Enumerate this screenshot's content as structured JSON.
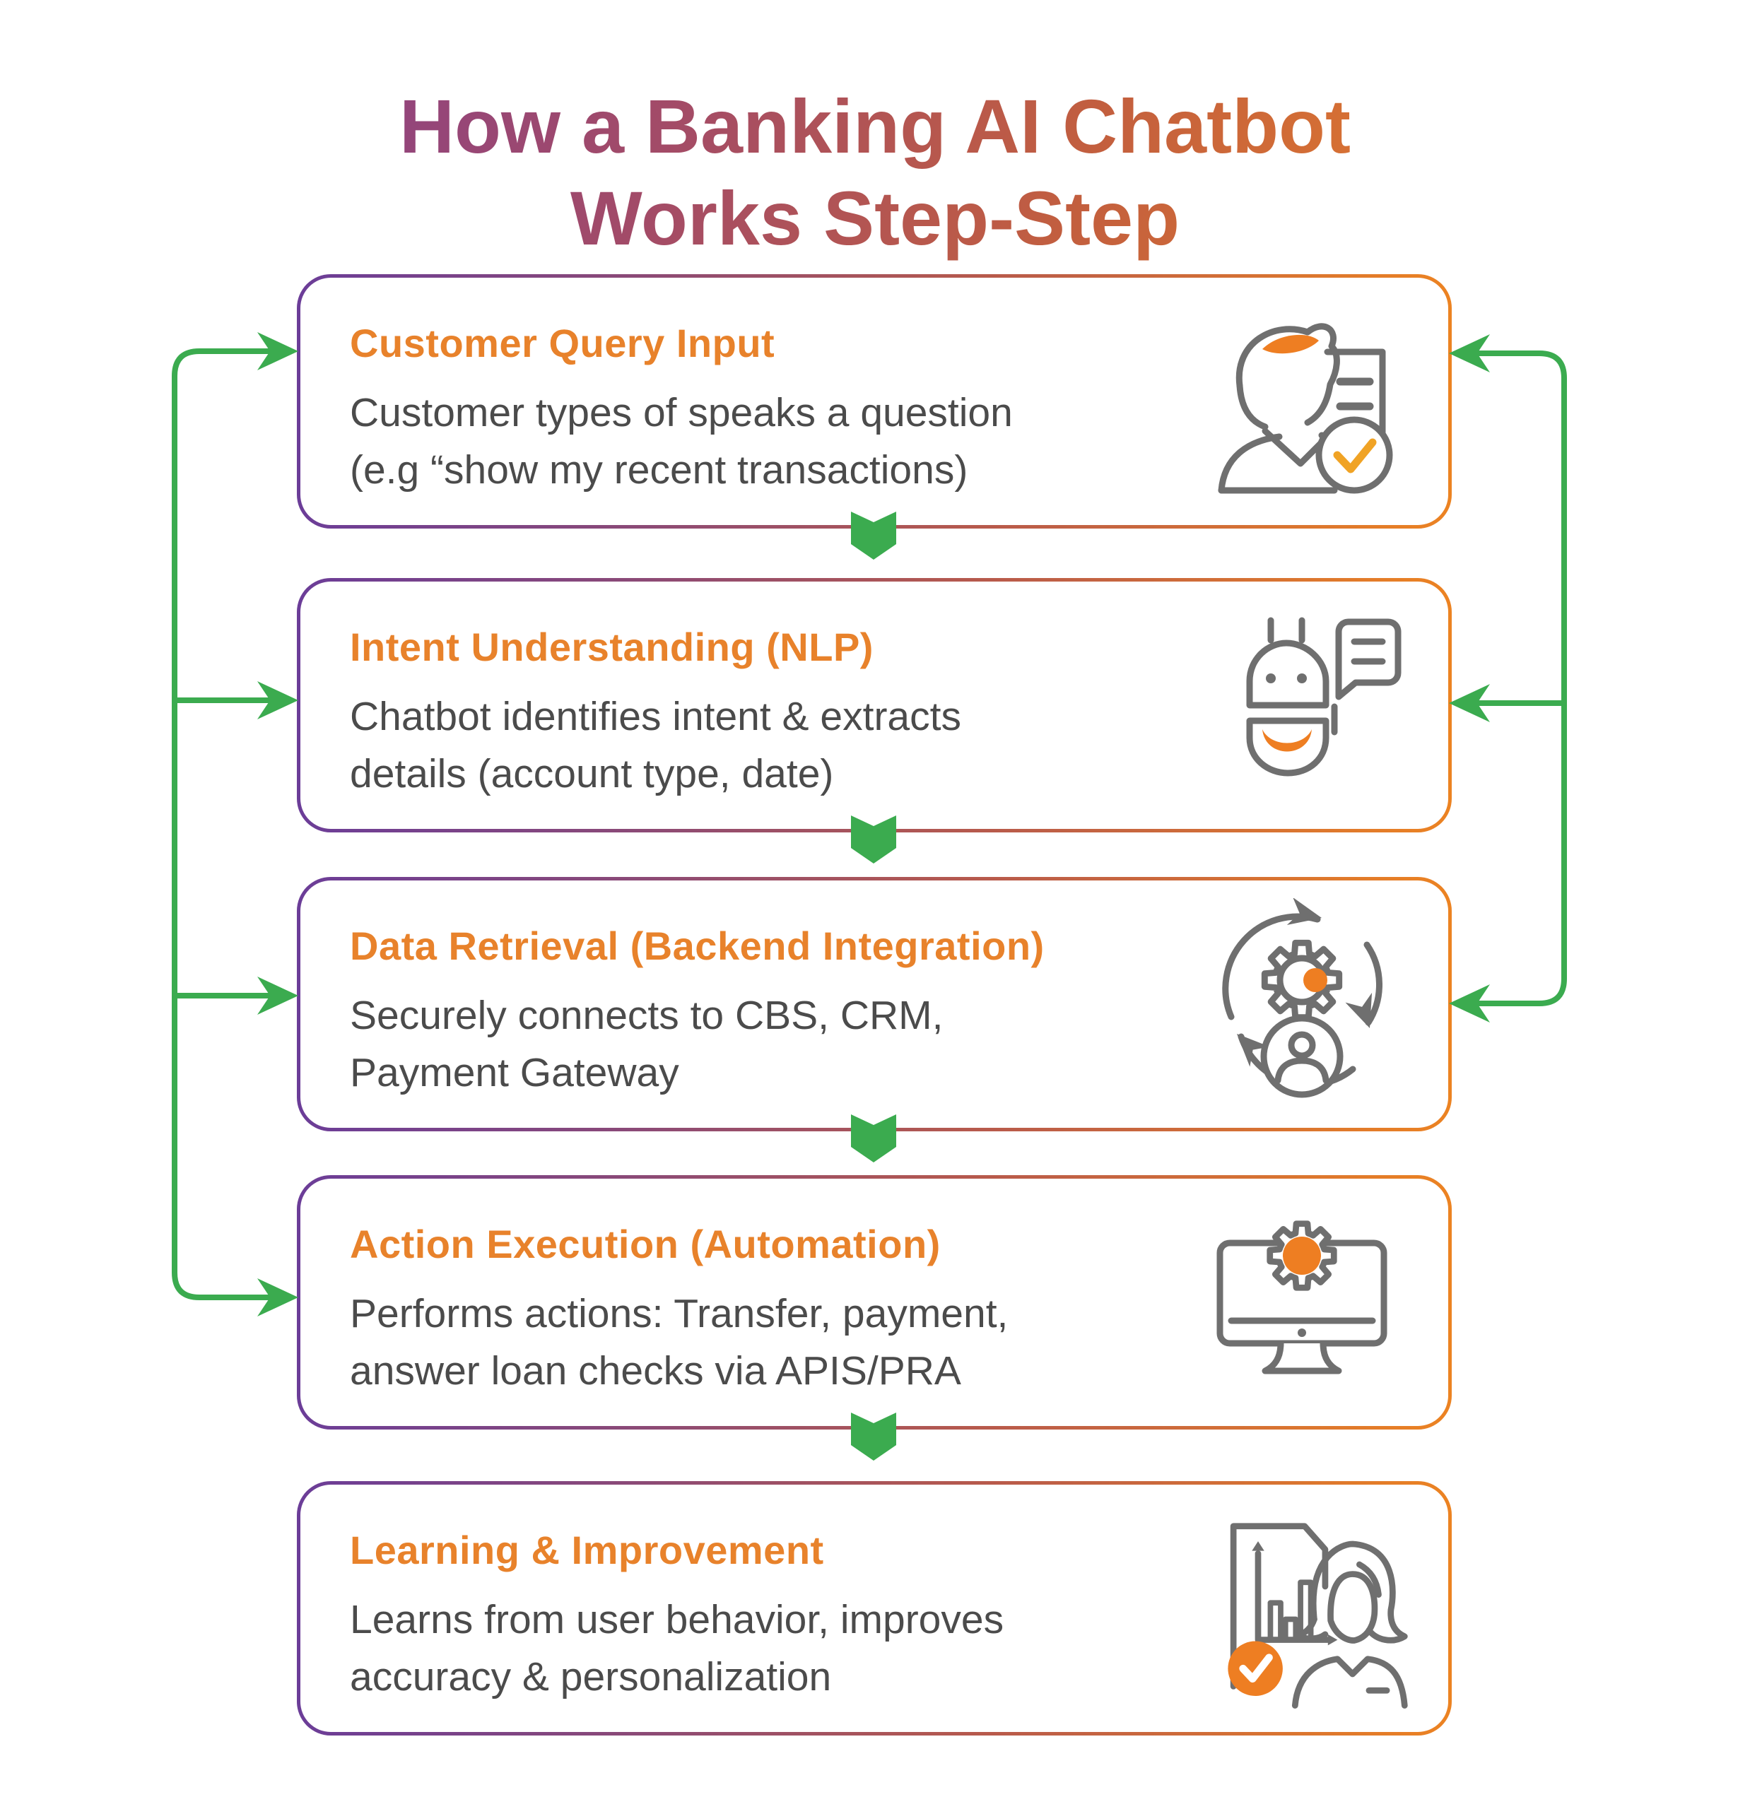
{
  "title": {
    "line1": "How a Banking AI Chatbot",
    "line2": "Works Step-Step"
  },
  "steps": [
    {
      "heading": "Customer Query Input",
      "body_lines": [
        "Customer types of speaks a question",
        "(e.g “show my recent transactions)"
      ],
      "icon": "person-document-check-icon"
    },
    {
      "heading": "Intent Understanding (NLP)",
      "body_lines": [
        "Chatbot identifies intent & extracts",
        "details (account type, date)"
      ],
      "icon": "robot-chat-bubble-icon"
    },
    {
      "heading": "Data Retrieval (Backend Integration)",
      "body_lines": [
        "Securely connects to CBS, CRM,",
        "Payment Gateway"
      ],
      "icon": "gear-sync-user-icon"
    },
    {
      "heading": "Action Execution (Automation)",
      "body_lines": [
        "Performs actions: Transfer, payment,",
        "answer loan checks via APIS/PRA"
      ],
      "icon": "monitor-gear-icon"
    },
    {
      "heading": "Learning & Improvement",
      "body_lines": [
        "Learns from user behavior, improves",
        "accuracy & personalization"
      ],
      "icon": "chart-person-check-icon"
    }
  ],
  "colors": {
    "heading_orange": "#e8822b",
    "body_gray": "#4b4b4b",
    "arrow_green": "#3bab4f",
    "border_purple": "#6b3d98",
    "border_orange": "#ec8322",
    "icon_gray": "#6f6f6f",
    "icon_orange": "#ee7e22",
    "title_gradient_start": "#7c3c97",
    "title_gradient_end": "#f68d22"
  }
}
